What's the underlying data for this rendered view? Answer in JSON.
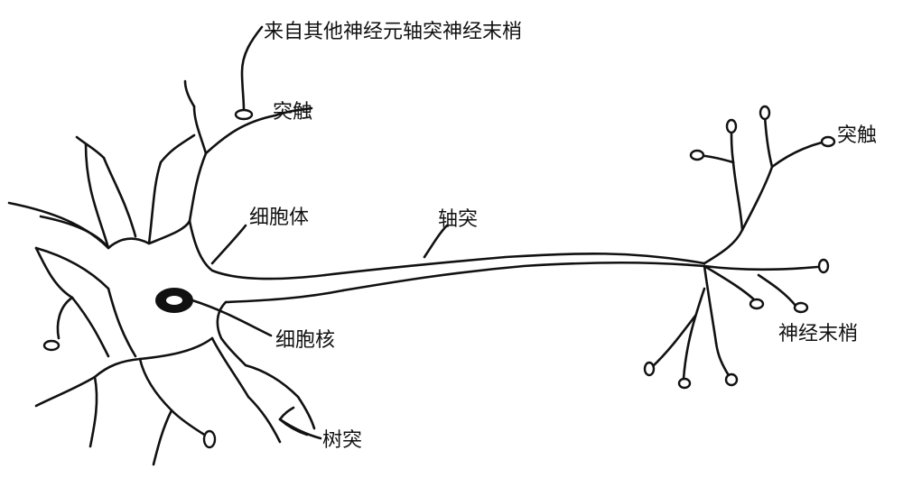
{
  "labels": {
    "top": "来自其他神经元轴突神经末梢",
    "synapse_left": "突触",
    "synapse_right": "突触",
    "cell_body": "细胞体",
    "axon": "轴突",
    "nucleus": "细胞核",
    "nerve_terminal": "神经末梢",
    "dendrite": "树突"
  }
}
